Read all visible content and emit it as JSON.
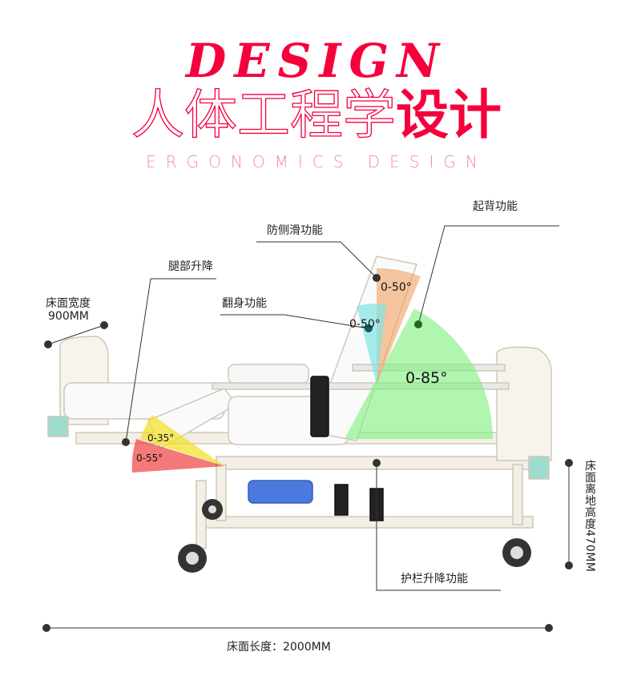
{
  "header": {
    "design": "DESIGN",
    "title_light": "人体工程学",
    "title_bold": "设计",
    "subtitle": "ERGONOMICS DESIGN"
  },
  "features": {
    "back_raise": "起背功能",
    "anti_slip": "防侧滑功能",
    "leg_lift": "腿部升降",
    "turn_over": "翻身功能",
    "rail_lift": "护栏升降功能"
  },
  "dimensions": {
    "width_label": "床面宽度",
    "width_value": "900MM",
    "height_label": "床面离地高度470MM",
    "length_label": "床面长度：2000MM"
  },
  "angles": {
    "anti_slip": "0-50°",
    "turn_over": "0-50°",
    "back": "0-85°",
    "leg_upper": "0-35°",
    "leg_lower": "0-55°"
  },
  "colors": {
    "accent": "#f5003c",
    "green": "#7cf07c",
    "orange": "#f0a060",
    "cyan": "#7fe6e6",
    "yellow": "#f2e020",
    "red": "#f04040"
  }
}
